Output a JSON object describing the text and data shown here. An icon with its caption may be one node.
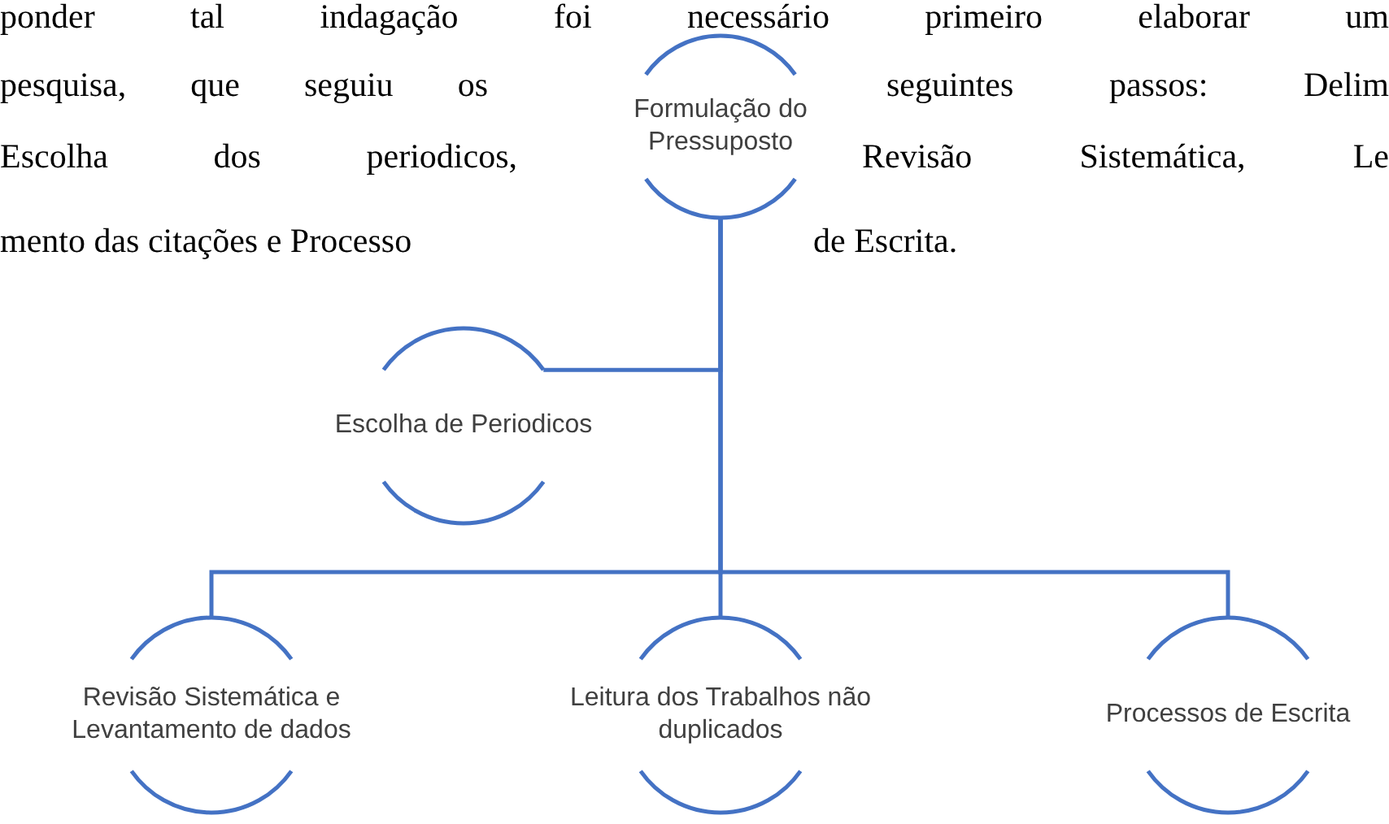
{
  "diagram": {
    "nodes": [
      {
        "text": [
          "Formulação do Pressuposto"
        ]
      },
      {
        "text": [
          "Escolha de Periodicos"
        ]
      },
      {
        "text": [
          "Revisão Sistemática e Levantamento de dados"
        ]
      },
      {
        "text": [
          "Leitura dos Trabalhos não duplicados"
        ]
      },
      {
        "text": [
          "Processos de Escrita"
        ]
      }
    ],
    "edges": [
      {
        "from": 0,
        "to": 1,
        "arrow": "none"
      },
      {
        "from": 0,
        "to": 2,
        "arrow": "none"
      },
      {
        "from": 0,
        "to": 3,
        "arrow": "none"
      },
      {
        "from": 0,
        "to": 4,
        "arrow": "none"
      }
    ],
    "labels": [
      "ponder tal indagação foi necessário primeiro elaborar um",
      "pesquisa, que seguiu os",
      "seguintes passos: Delim",
      "Escolha dos periodicos,",
      "Revisão Sistemática, Le",
      "mento das citações e Processo",
      "de Escrita."
    ]
  }
}
